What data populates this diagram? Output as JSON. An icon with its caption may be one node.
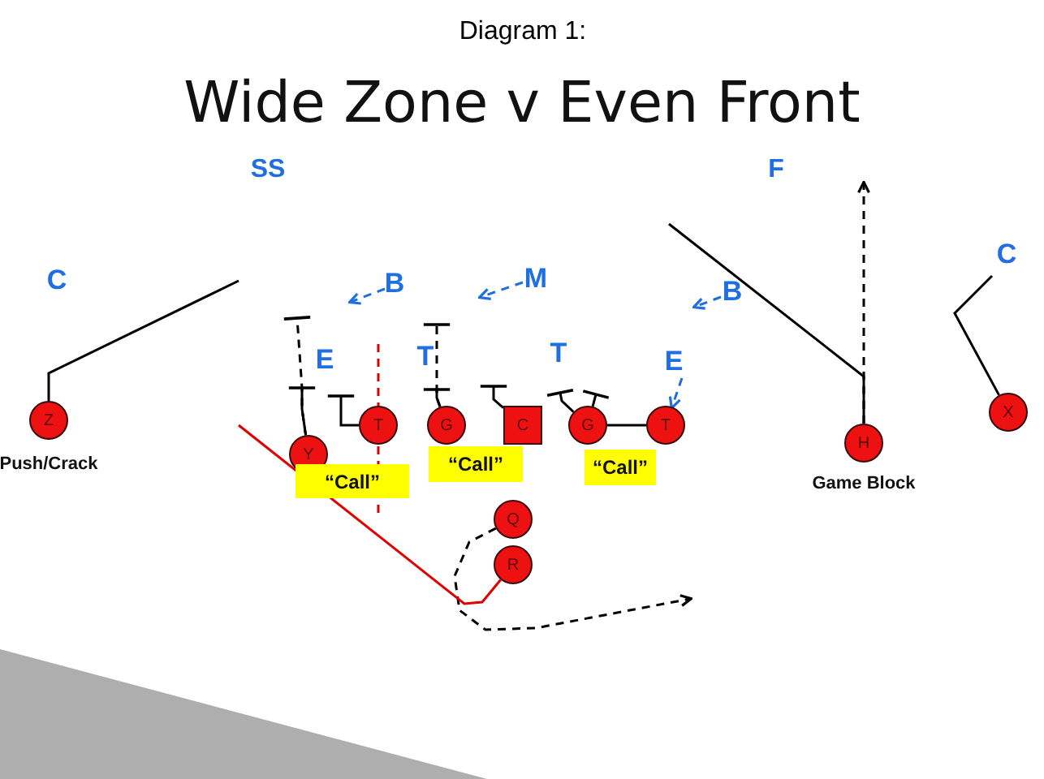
{
  "diagram": {
    "title": "Wide Zone v Even Front",
    "nodes": [
      {
        "text": [
          "B"
        ]
      },
      {
        "text": [
          "M"
        ]
      },
      {
        "text": [
          "B"
        ]
      },
      {
        "text": [
          "E"
        ]
      },
      {
        "text": [
          "Z"
        ],
        "beside": [
          "Push/Crack"
        ]
      },
      {
        "text": [
          "Y"
        ]
      },
      {
        "text": [
          "T"
        ]
      },
      {
        "text": [
          "G"
        ]
      },
      {
        "text": [
          "C"
        ]
      },
      {
        "text": [
          "G"
        ]
      },
      {
        "text": [
          "T"
        ]
      },
      {
        "text": [
          "H"
        ],
        "beside": [
          "Game Block"
        ]
      },
      {
        "text": [
          "X"
        ]
      },
      {
        "text": [
          "“Call”"
        ]
      },
      {
        "text": [
          "“Call”"
        ]
      },
      {
        "text": [
          "“Call”"
        ]
      },
      {
        "text": [
          "Q"
        ]
      },
      {
        "text": [
          "R"
        ]
      },
      {
        "text": [
          "E"
        ]
      }
    ],
    "edges": [
      {
        "from": 0,
        "to": null,
        "arrow": "to",
        "style": "dashed",
        "color": "#1f6fe0"
      },
      {
        "from": 1,
        "to": null,
        "arrow": "to",
        "style": "dashed",
        "color": "#1f6fe0"
      },
      {
        "from": 2,
        "to": null,
        "arrow": "to",
        "style": "dashed",
        "color": "#1f6fe0"
      },
      {
        "from": 3,
        "to": 10,
        "arrow": "to",
        "style": "dashed",
        "color": "#1f6fe0"
      },
      {
        "from": 4,
        "to": null,
        "arrow": "none"
      },
      {
        "from": 5,
        "to": 18,
        "arrow": "other"
      },
      {
        "from": 5,
        "to": 18,
        "arrow": "other",
        "style": "dashed"
      },
      {
        "from": 6,
        "to": null,
        "arrow": "other"
      },
      {
        "from": 7,
        "to": null,
        "arrow": "other"
      },
      {
        "from": 7,
        "to": 0,
        "arrow": "other",
        "style": "dashed"
      },
      {
        "from": 8,
        "to": null,
        "arrow": "other"
      },
      {
        "from": 9,
        "to": null,
        "arrow": "other"
      },
      {
        "from": 9,
        "to": null,
        "arrow": "other"
      },
      {
        "from": 9,
        "to": 10,
        "arrow": "none"
      },
      {
        "from": 11,
        "to": null,
        "arrow": "to",
        "style": "dashed"
      },
      {
        "from": 11,
        "to": null,
        "arrow": "none"
      },
      {
        "from": 12,
        "to": null,
        "arrow": "none"
      },
      {
        "from": 16,
        "to": null,
        "arrow": "to",
        "style": "dashed"
      },
      {
        "from": 17,
        "to": null,
        "arrow": "none",
        "color": "#e00000"
      }
    ],
    "labels": [
      "Diagram 1:",
      "SS",
      "F",
      "C",
      "C",
      "T",
      "T"
    ]
  }
}
